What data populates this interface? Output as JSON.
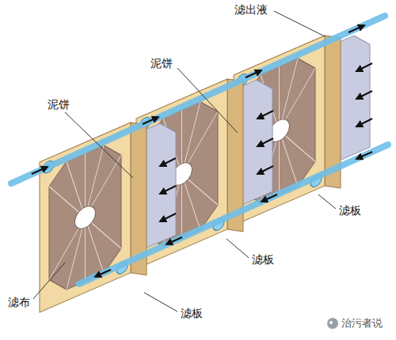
{
  "diagram": {
    "labels": [
      "滤出液",
      "泥饼",
      "泥饼",
      "滤板",
      "滤板",
      "滤布",
      "滤板",
      "治污者说"
    ]
  }
}
